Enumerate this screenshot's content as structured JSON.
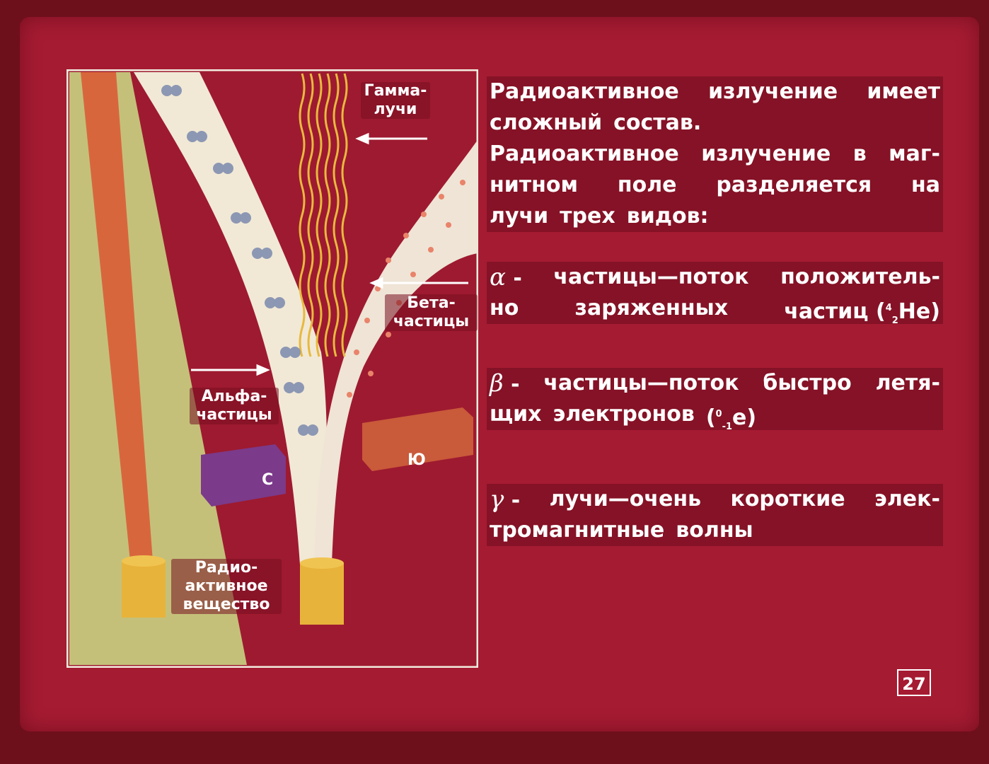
{
  "illustration": {
    "labels": {
      "gamma": "Гамма-\nлучи",
      "beta": "Бета-\nчастицы",
      "alpha": "Альфа-\nчастицы",
      "source": "Радио-\nактивное\nвещество",
      "magnet_left": "С",
      "magnet_right": "Ю"
    },
    "colors": {
      "beam": "#d8663c",
      "light_area": "#c4c07a",
      "stream": "#f1e9d6",
      "gamma_lines": "#e8b93e",
      "magnet_left": "#7b3a8a",
      "magnet_right": "#c95a3a",
      "source_cup": "#e8b33a"
    }
  },
  "text": {
    "intro_lines": [
      [
        "Радиоактивное",
        "излучение",
        "имеет"
      ],
      [
        "сложный",
        "состав."
      ],
      [
        "Радиоактивное",
        "излучение",
        "в",
        "маг-"
      ],
      [
        "нитном",
        "поле",
        "разделяется",
        "на"
      ],
      [
        "лучи",
        "трех",
        "видов:"
      ]
    ],
    "alpha": {
      "symbol": "α",
      "line1": [
        "-",
        "частицы—поток",
        "положитель-"
      ],
      "line2": [
        "но",
        "заряженных",
        "частиц"
      ],
      "nucleus": {
        "open": "(",
        "sup": "4",
        "sub": "2",
        "element": "He",
        "close": ")"
      }
    },
    "beta": {
      "symbol": "β",
      "line1": [
        "-",
        "частицы—поток",
        "быстро",
        "летя-"
      ],
      "line2": [
        "щих",
        "электронов"
      ],
      "nucleus": {
        "open": "(",
        "sup": "0",
        "sub": "-1",
        "element": "e",
        "close": ")"
      }
    },
    "gamma": {
      "symbol": "γ",
      "line1": [
        "-",
        "лучи—очень",
        "короткие",
        "элек-"
      ],
      "line2": [
        "тромагнитные",
        "волны"
      ]
    }
  },
  "page_number": "27"
}
